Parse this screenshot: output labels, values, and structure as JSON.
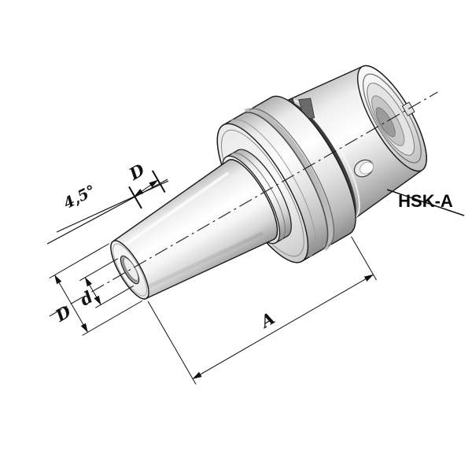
{
  "drawing": {
    "title": "HSK-A shrink-fit tool holder technical illustration",
    "background_color": "#ffffff",
    "outline_color": "#1a1a1a",
    "metal_light": "#ffffff",
    "metal_dark": "#8f8f8f",
    "annotations": {
      "taper_angle": "4,5°",
      "clamp_diameter": "D",
      "outer_diameter": "D",
      "bore_diameter": "d",
      "length": "A",
      "taper_type": "HSK-A"
    }
  }
}
